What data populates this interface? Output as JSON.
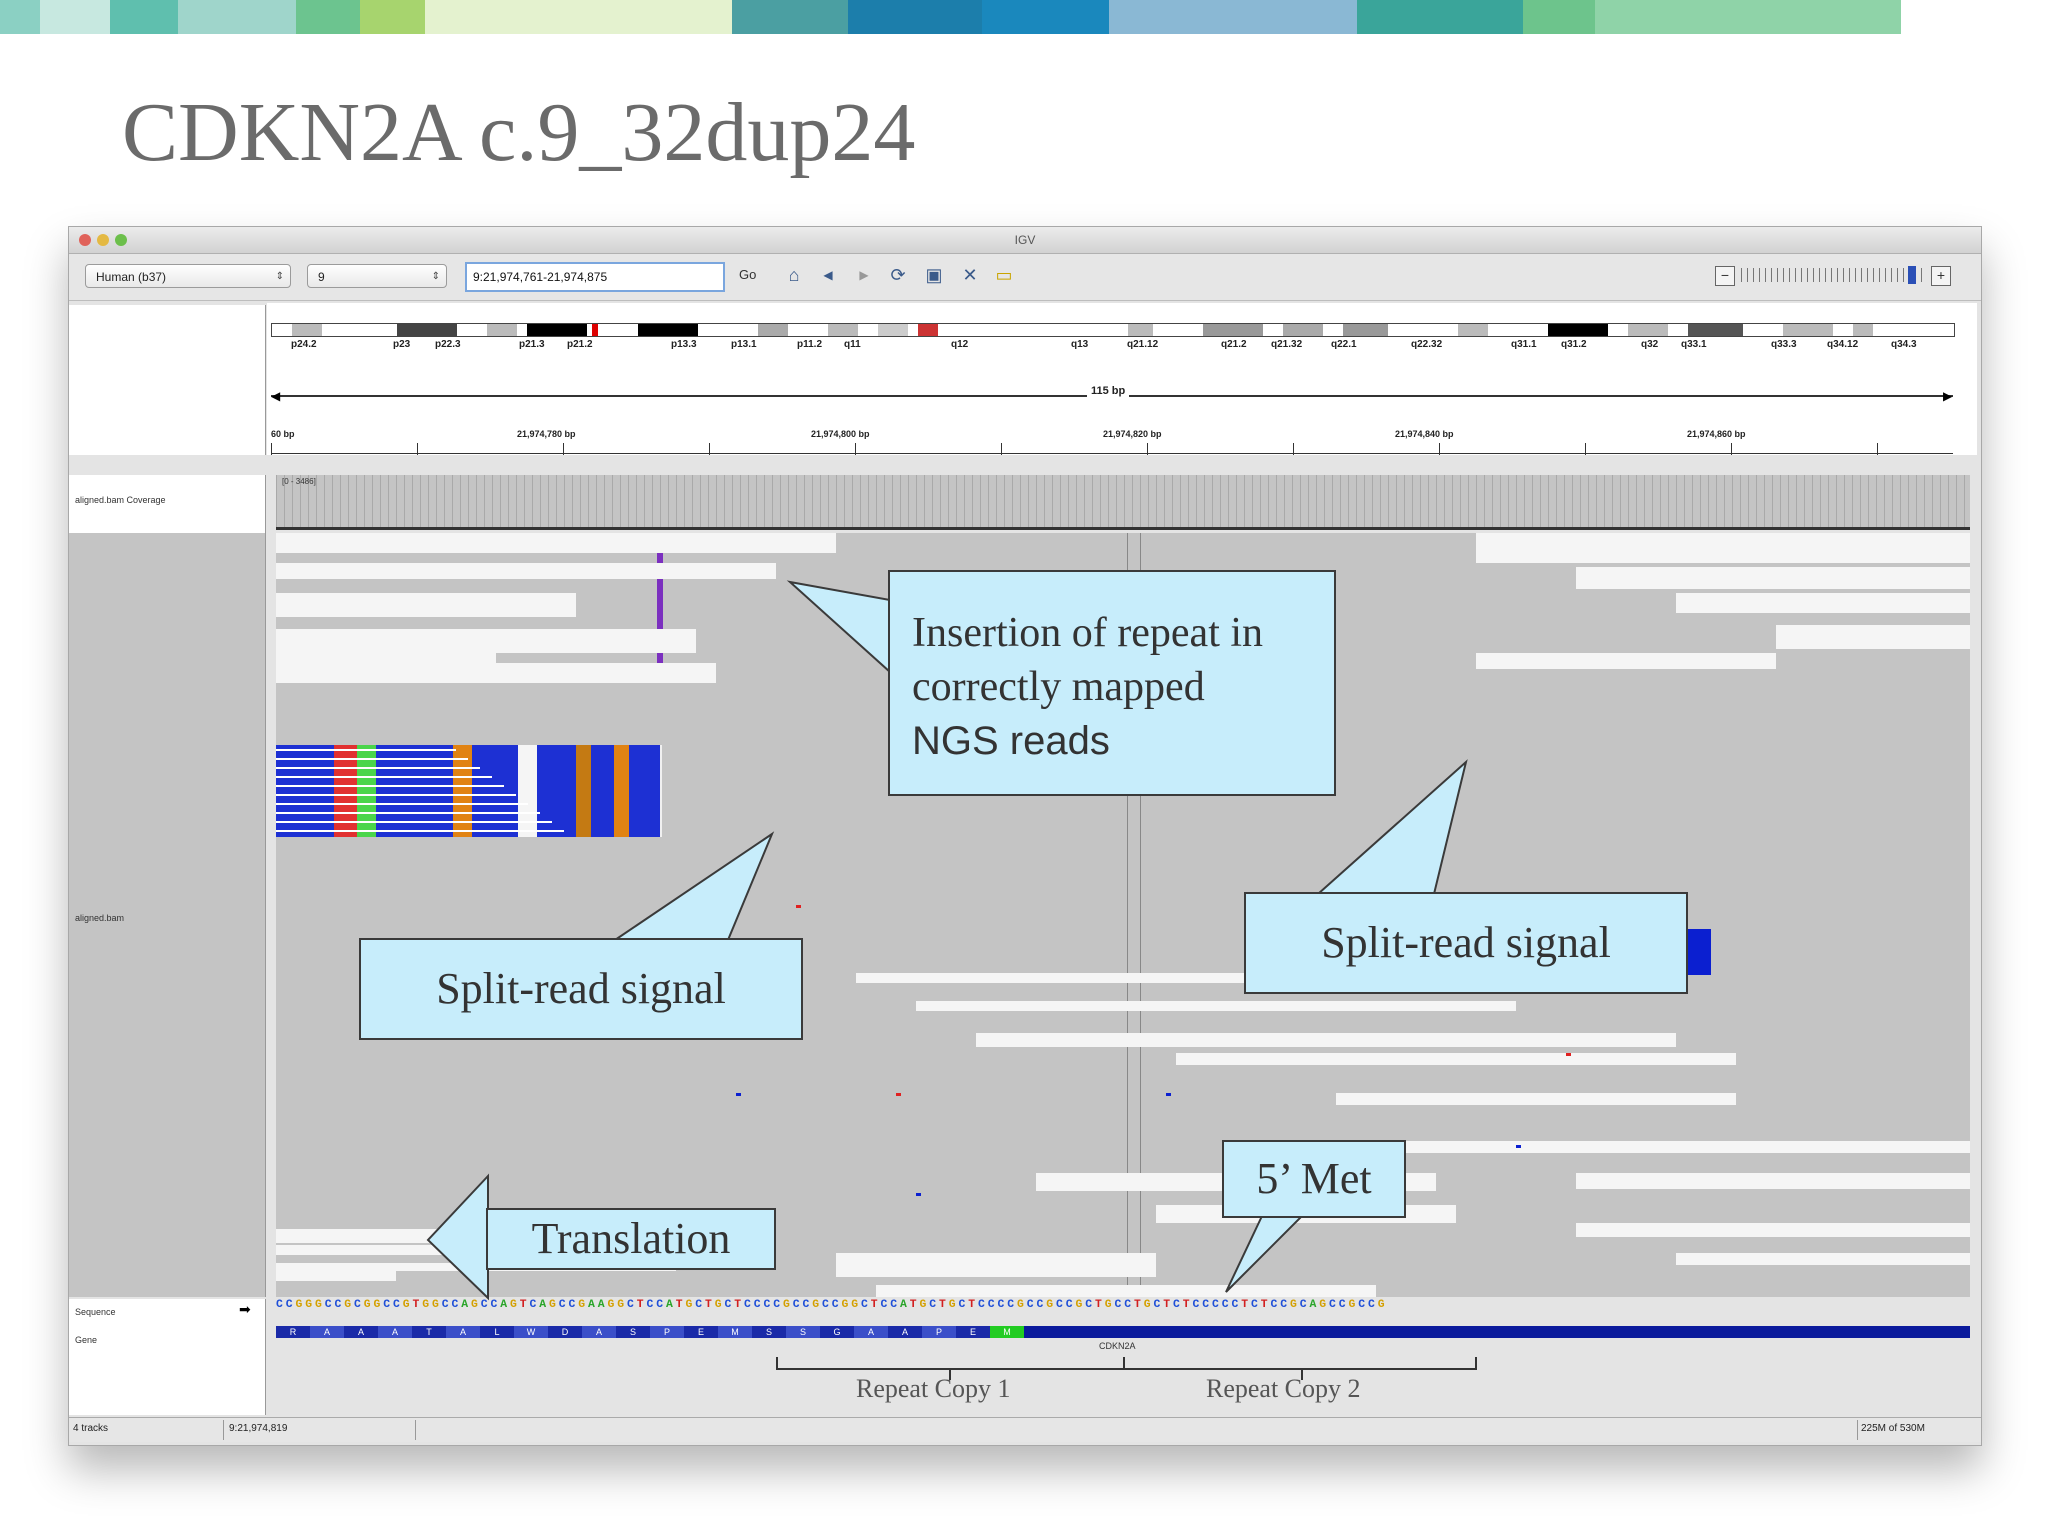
{
  "slide": {
    "title": "CDKN2A c.9_32dup24",
    "top_bar_colors": [
      "#8bd0c3",
      "#c7e8e0",
      "#5fbfae",
      "#9fd5cb",
      "#6cc48f",
      "#a7d46e",
      "#e4f2cf",
      "#4b9fa2",
      "#1c7eab",
      "#1a88bd",
      "#8ab8d4",
      "#3aa59a",
      "#6dc48c",
      "#8fd3a8"
    ]
  },
  "igv": {
    "window_title": "IGV",
    "genome": "Human (b37)",
    "chromosome": "9",
    "locus": "9:21,974,761-21,974,875",
    "go_label": "Go",
    "icons": [
      "home-icon",
      "back-icon",
      "forward-icon",
      "refresh-icon",
      "region-icon",
      "resize-icon",
      "popup-icon"
    ],
    "bands": [
      "p24.2",
      "p23",
      "p22.3",
      "p21.3",
      "p21.2",
      "p13.3",
      "p13.1",
      "p11.2",
      "q11",
      "q12",
      "q13",
      "q21.12",
      "q21.2",
      "q21.32",
      "q22.1",
      "q22.32",
      "q31.1",
      "q31.2",
      "q32",
      "q33.1",
      "q33.3",
      "q34.12",
      "q34.3"
    ],
    "ruler": {
      "width_label": "115 bp",
      "start_label": "60 bp",
      "ticks": [
        "21,974,780 bp",
        "21,974,800 bp",
        "21,974,820 bp",
        "21,974,840 bp",
        "21,974,860 bp"
      ]
    },
    "tracks": {
      "coverage_label": "aligned.bam Coverage",
      "coverage_range": "[0 - 3486]",
      "alignment_label": "aligned.bam",
      "sequence_label": "Sequence",
      "gene_label": "Gene",
      "gene_name": "CDKN2A"
    },
    "sequence": "CCGGGCCGCGGCCGTGGCCAGCCAGTCAGCCGAAGGCTCCATGCTGCTCCCCGCCGCCGGCTCCATGCTGCTCCCCGCCGCCGCTGCCTGCTCTCCCCCTCTCCGCAGCCGCCG",
    "amino_acids": [
      "R",
      "A",
      "A",
      "A",
      "T",
      "A",
      "L",
      "W",
      "D",
      "A",
      "S",
      "P",
      "E",
      "M",
      "S",
      "S",
      "G",
      "A",
      "A",
      "P",
      "E",
      "M"
    ],
    "status": {
      "tracks": "4 tracks",
      "position": "9:21,974,819",
      "memory": "225M of 530M"
    }
  },
  "annotations": {
    "insertion": "Insertion of repeat in correctly mapped NGS reads",
    "insertion_lines": [
      "Insertion of repeat in",
      "correctly mapped",
      "NGS reads"
    ],
    "split_left": "Split-read signal",
    "split_right": "Split-read signal",
    "translation": "Translation",
    "met": "5’ Met",
    "repeat1": "Repeat Copy 1",
    "repeat2": "Repeat Copy 2"
  }
}
